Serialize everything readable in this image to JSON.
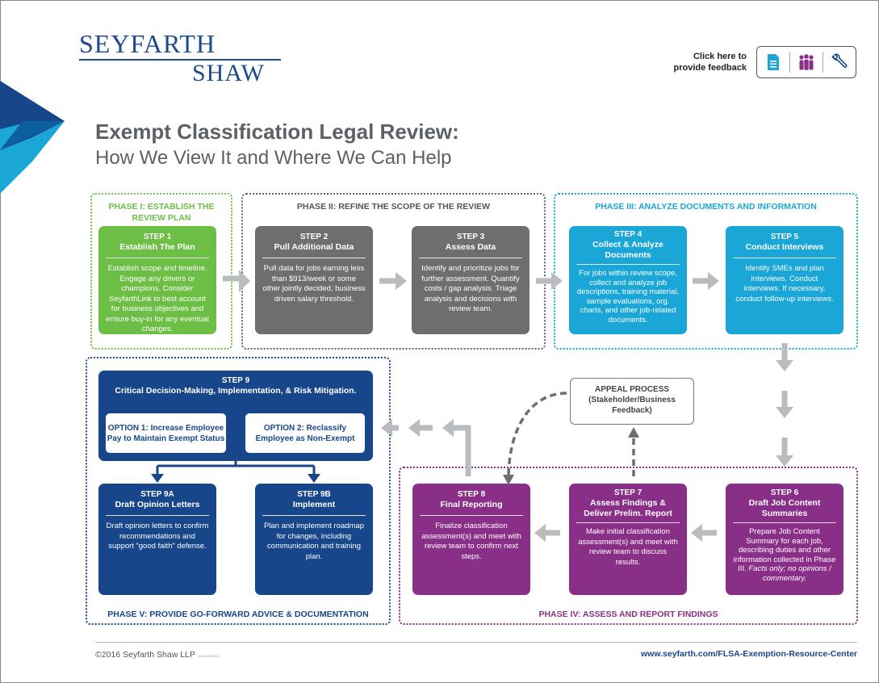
{
  "logo": {
    "line1": "SEYFARTH",
    "line2": "SHAW"
  },
  "feedback": {
    "label_line1": "Click here to",
    "label_line2": "provide feedback"
  },
  "title": {
    "main": "Exempt Classification Legal Review:",
    "sub": "How We View It and Where We Can Help"
  },
  "phases": {
    "p1": {
      "label_line1": "PHASE I: ESTABLISH THE",
      "label_line2": "REVIEW PLAN",
      "color": "#6cbe45"
    },
    "p2": {
      "label": "PHASE II: REFINE THE SCOPE OF THE REVIEW",
      "color": "#666666"
    },
    "p3": {
      "label": "PHASE III: ANALYZE DOCUMENTS AND INFORMATION",
      "color": "#1aa7d8"
    },
    "p4": {
      "label": "PHASE IV: ASSESS AND REPORT FINDINGS",
      "color": "#8a2f87"
    },
    "p5": {
      "label": "PHASE V: PROVIDE GO-FORWARD ADVICE & DOCUMENTATION",
      "color": "#1d4a8a"
    }
  },
  "steps": {
    "s1": {
      "num": "STEP 1",
      "title": "Establish The Plan",
      "desc": "Establish scope and timeline. Engage any drivers or champions. Consider SeyfarthLink to best account for business objectives and ensure buy-in for any eventual changes."
    },
    "s2": {
      "num": "STEP 2",
      "title": "Pull Additional Data",
      "desc": "Pull data for jobs earning less than $913/week or some other jointly decided, business driven salary threshold."
    },
    "s3": {
      "num": "STEP 3",
      "title": "Assess Data",
      "desc": "Identify and prioritize jobs for further assessment. Quantify costs / gap analysis. Triage analysis and decisions with review team."
    },
    "s4": {
      "num": "STEP 4",
      "title_line1": "Collect & Analyze",
      "title_line2": "Documents",
      "desc": "For jobs within review scope, collect and analyze job descriptions, training material, sample evaluations, org. charts, and other job-related documents."
    },
    "s5": {
      "num": "STEP 5",
      "title": "Conduct Interviews",
      "desc": "Identify SMEs and plan interviews. Conduct interviews. If necessary, conduct follow-up interviews."
    },
    "s6": {
      "num": "STEP 6",
      "title_line1": "Draft Job Content",
      "title_line2": "Summaries",
      "desc": "Prepare Job Content Summary for each job, describing duties and other information collected in Phase III.",
      "desc_italic": "Facts only; no opinions / commentary."
    },
    "s7": {
      "num": "STEP 7",
      "title_line1": "Assess Findings &",
      "title_line2": "Deliver Prelim. Report",
      "desc": "Make initial classification assessment(s) and meet with review team to discuss results."
    },
    "s8": {
      "num": "STEP 8",
      "title": "Final Reporting",
      "desc": "Finalize classification assessment(s) and meet with review team to confirm next steps."
    },
    "s9": {
      "num": "STEP 9",
      "title": "Critical Decision-Making, Implementation, & Risk Mitigation.",
      "opt1": "OPTION 1: Increase Employee Pay to Maintain Exempt Status",
      "opt2": "OPTION 2: Reclassify Employee as Non-Exempt"
    },
    "s9a": {
      "num": "STEP 9A",
      "title": "Draft Opinion Letters",
      "desc": "Draft opinion letters to confirm recommendations and support “good faith” defense."
    },
    "s9b": {
      "num": "STEP 9B",
      "title": "Implement",
      "desc": "Plan and implement roadmap for changes, including communication and training plan."
    }
  },
  "appeal": {
    "line1": "APPEAL PROCESS",
    "line2": "(Stakeholder/Business",
    "line3": "Feedback)"
  },
  "footer": {
    "copyright": "©2016 Seyfarth Shaw LLP",
    "small": "#16-0426 M10",
    "url": "www.seyfarth.com/FLSA-Exemption-Resource-Center"
  },
  "colors": {
    "green": "#6cbe45",
    "gray": "#6d6e70",
    "cyan": "#1aa7d8",
    "navy": "#17468a",
    "purple": "#8a2f87",
    "arrow": "#b9bcbf"
  }
}
